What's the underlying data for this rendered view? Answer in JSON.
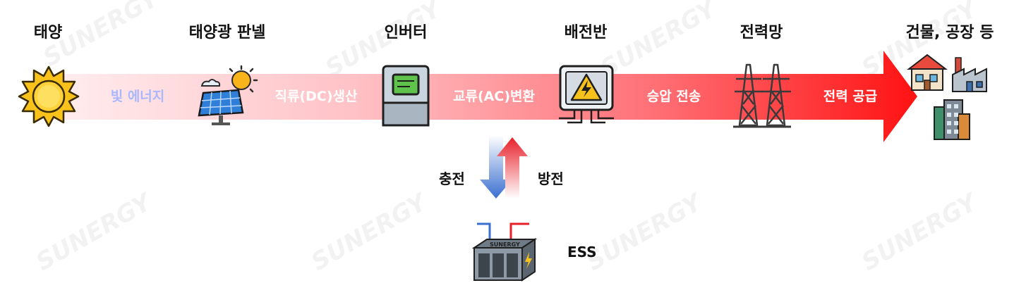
{
  "stages": [
    {
      "id": "sun",
      "title": "태양",
      "icon": "sun-icon"
    },
    {
      "id": "panel",
      "title": "태양광 판넬",
      "icon": "solar-panel-icon"
    },
    {
      "id": "inverter",
      "title": "인버터",
      "icon": "inverter-icon"
    },
    {
      "id": "switchboard",
      "title": "배전반",
      "icon": "switchboard-icon"
    },
    {
      "id": "grid",
      "title": "전력망",
      "icon": "transmission-tower-icon"
    },
    {
      "id": "buildings",
      "title": "건물, 공장 등",
      "icon": "buildings-icon"
    }
  ],
  "flows": [
    {
      "label": "빛 에너지",
      "color": "#a9b7ff"
    },
    {
      "label": "직류(DC)생산",
      "color": "#ffffff"
    },
    {
      "label": "교류(AC)변환",
      "color": "#ffffff"
    },
    {
      "label": "승압 전송",
      "color": "#ffffff"
    },
    {
      "label": "전력 공급",
      "color": "#ffffff"
    }
  ],
  "storage": {
    "charge_label": "충전",
    "discharge_label": "방전",
    "ess_label": "ESS",
    "device_text": "SUNERGY"
  },
  "watermark": "SUNERGY",
  "colors": {
    "arrow_light": "#ffe8ea",
    "arrow_mid": "#ff8e94",
    "arrow_strong": "#ff1a1a",
    "charge_blue": "#3a6fd0",
    "discharge_red": "#e8202a"
  }
}
